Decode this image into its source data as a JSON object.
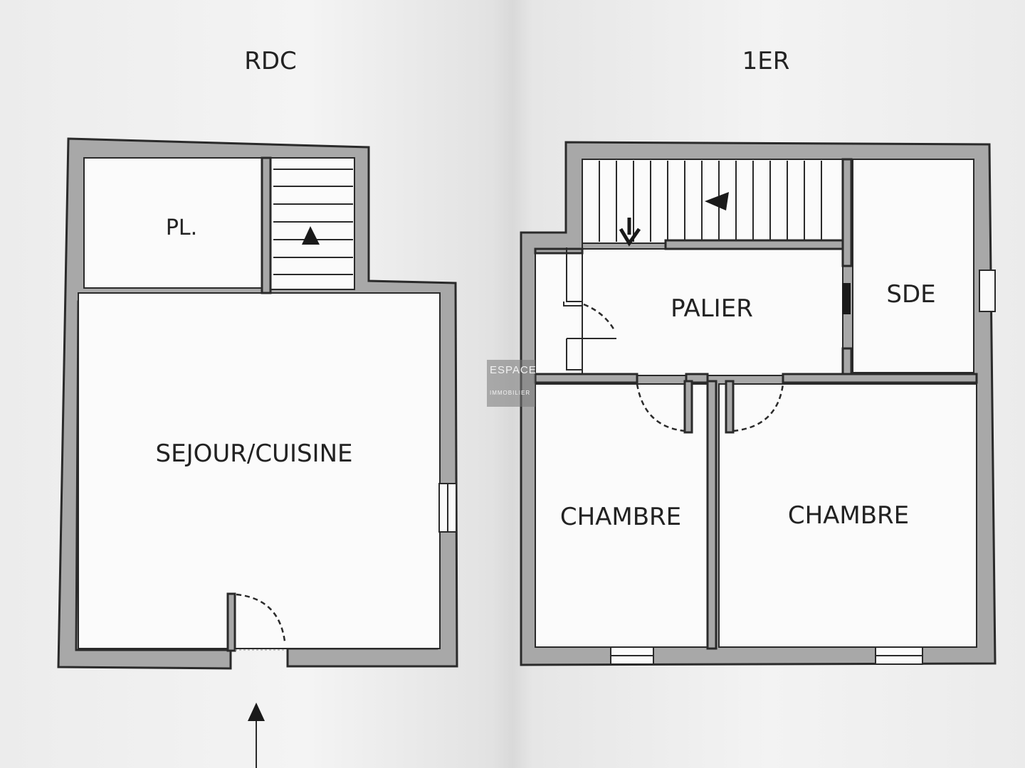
{
  "floors": {
    "ground": {
      "title": "RDC",
      "rooms": {
        "storage": "PL.",
        "living": "SEJOUR/CUISINE"
      }
    },
    "first": {
      "title": "1ER",
      "rooms": {
        "landing": "PALIER",
        "shower_room": "SDE",
        "bedroom_left": "CHAMBRE",
        "bedroom_right": "CHAMBRE"
      }
    }
  },
  "watermark": {
    "line1": "ESPACE",
    "line2": "IMMOBILIER"
  },
  "colors": {
    "wall_fill": "#a8a8a8",
    "ink": "#222222",
    "background": "#eeeeee"
  },
  "icons": [
    "stair-arrow-icon",
    "entrance-arrow-icon",
    "door-swing-icon",
    "window-icon"
  ]
}
